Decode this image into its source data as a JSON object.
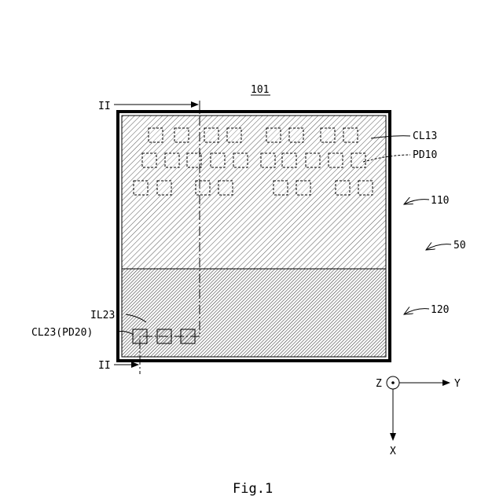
{
  "figure": {
    "ref_number": "101",
    "caption": "Fig.1"
  },
  "labels": {
    "section_top": "II",
    "section_bottom": "II",
    "cl13": "CL13",
    "pd10": "PD10",
    "r110": "110",
    "r50": "50",
    "r120": "120",
    "il23": "IL23",
    "cl23": "CL23(PD20)"
  },
  "axes": {
    "z": "Z",
    "y": "Y",
    "x": "X"
  }
}
